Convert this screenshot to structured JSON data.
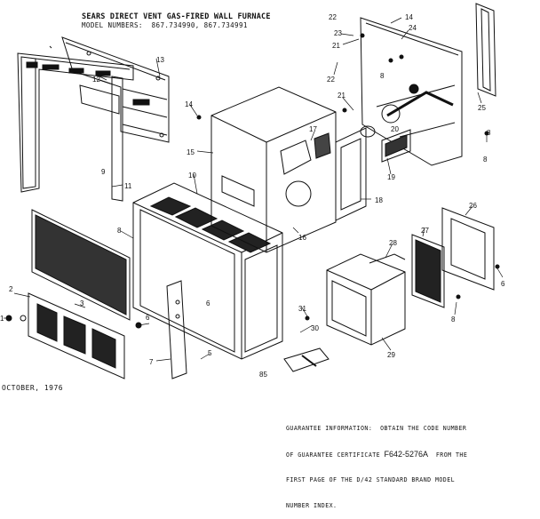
{
  "header": {
    "title": "SEARS DIRECT VENT GAS-FIRED WALL FURNACE",
    "model_line": "MODEL NUMBERS:  867.734990, 867.734991"
  },
  "footer": {
    "date": "OCTOBER, 1976",
    "guarantee": {
      "line1": "GUARANTEE INFORMATION:  OBTAIN THE CODE NUMBER",
      "line2_pre": "OF GUARANTEE CERTIFICATE ",
      "code": "F642-5276A",
      "line2_post": "  FROM THE",
      "line3": "FIRST PAGE OF THE D/42 STANDARD BRAND MODEL",
      "line4": "NUMBER INDEX."
    }
  },
  "callouts": {
    "c1": "1",
    "c2": "2",
    "c3": "3",
    "c5": "5",
    "c6a": "6",
    "c6b": "6",
    "c6c": "6",
    "c7": "7",
    "c8a": "8",
    "c8b": "8",
    "c8c": "8",
    "c8d": "8",
    "c8e": "8",
    "c9": "9",
    "c10": "10",
    "c11": "11",
    "c12": "12",
    "c13": "13",
    "c14a": "14",
    "c14b": "14",
    "c15": "15",
    "c16": "16",
    "c17": "17",
    "c18": "18",
    "c19": "19",
    "c20": "20",
    "c21a": "21",
    "c21b": "21",
    "c22a": "22",
    "c22b": "22",
    "c23": "23",
    "c24": "24",
    "c25": "25",
    "c26": "26",
    "c27": "27",
    "c28": "28",
    "c29": "29",
    "c30": "30",
    "c31": "31",
    "c85": "85"
  }
}
